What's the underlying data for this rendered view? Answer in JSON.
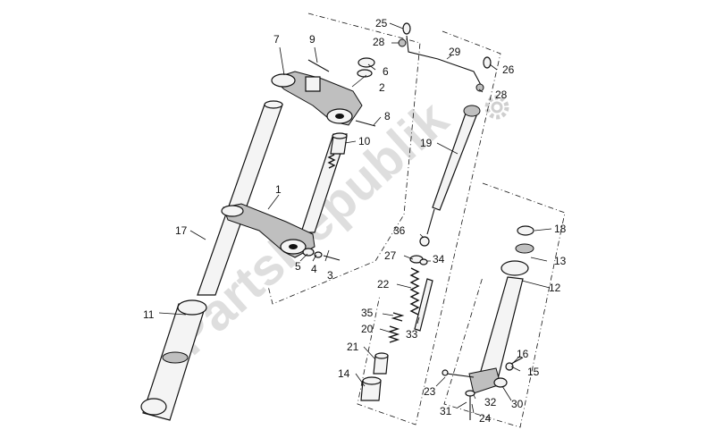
{
  "watermark": "PartsRepublik",
  "callouts": [
    "1",
    "2",
    "3",
    "4",
    "5",
    "6",
    "7",
    "8",
    "9",
    "10",
    "11",
    "12",
    "13",
    "14",
    "15",
    "16",
    "17",
    "18",
    "19",
    "20",
    "21",
    "22",
    "23",
    "24",
    "25",
    "26",
    "27",
    "28",
    "28",
    "29",
    "30",
    "31",
    "32",
    "33",
    "34",
    "35",
    "36"
  ]
}
